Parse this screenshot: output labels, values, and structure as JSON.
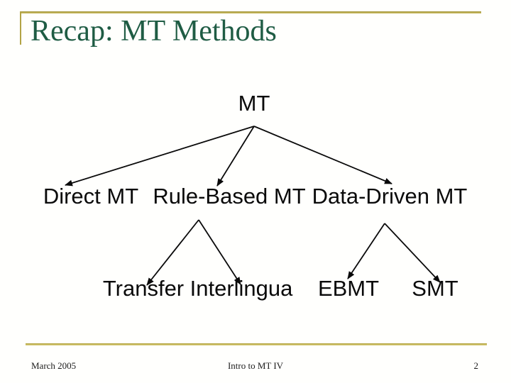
{
  "slide": {
    "title": "Recap: MT Methods"
  },
  "tree": {
    "root": {
      "label": "MT"
    },
    "level1": [
      {
        "label": "Direct MT"
      },
      {
        "label": "Rule-Based MT"
      },
      {
        "label": "Data-Driven MT"
      }
    ],
    "level2": [
      {
        "label": "Transfer",
        "parent": "Rule-Based MT"
      },
      {
        "label": "Interlingua",
        "parent": "Rule-Based MT"
      },
      {
        "label": "EBMT",
        "parent": "Data-Driven MT"
      },
      {
        "label": "SMT",
        "parent": "Data-Driven MT"
      }
    ]
  },
  "footer": {
    "date": "March 2005",
    "center": "Intro to MT IV",
    "page": "2"
  },
  "colors": {
    "title_green": "#1f5c44",
    "accent_gold": "#b3a445",
    "tree_text": "#0a0a0a",
    "background": "#fffffd"
  }
}
